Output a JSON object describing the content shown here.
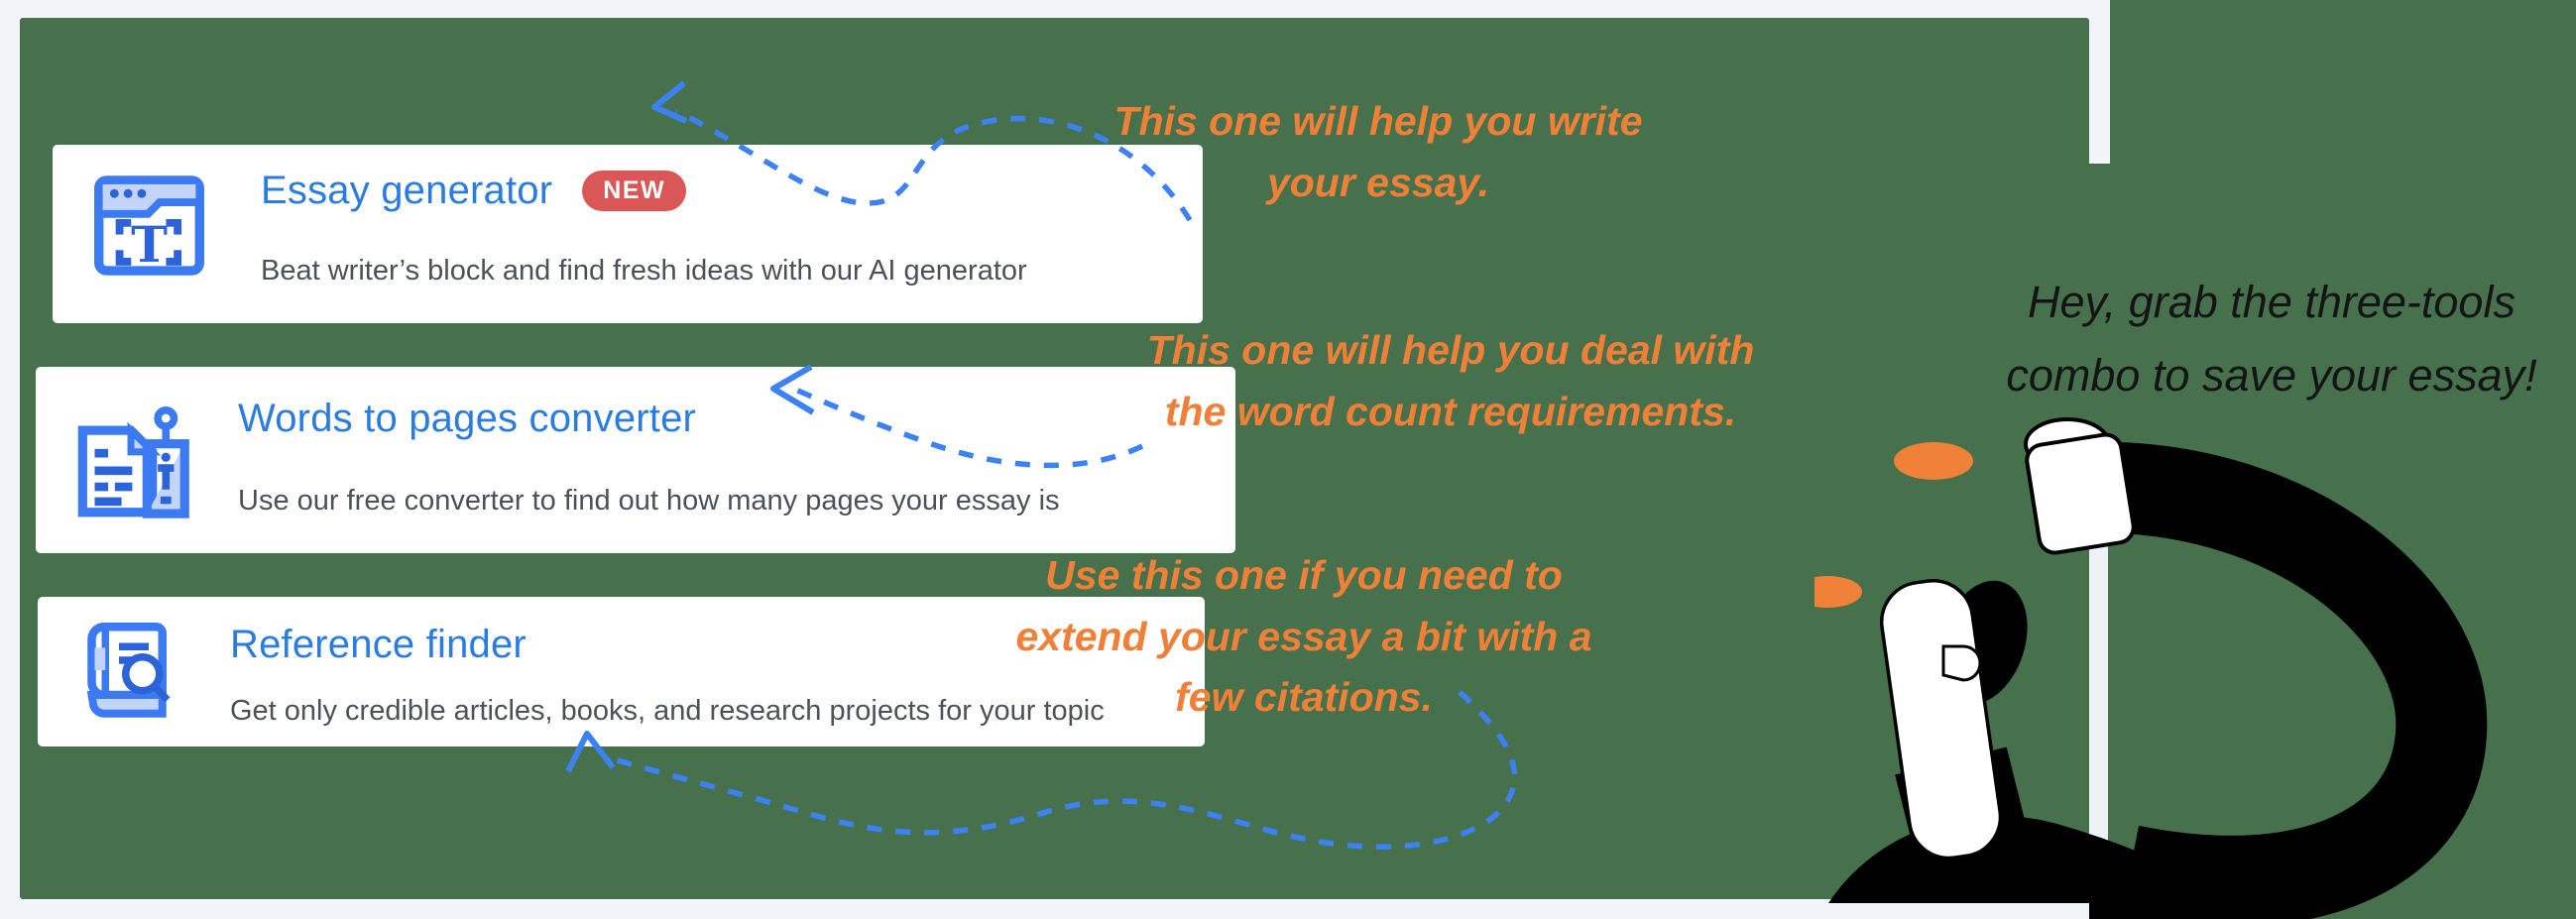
{
  "theme": {
    "page_bg": "#f1f4f8",
    "panel_green": "#47704d",
    "card_bg": "#ffffff",
    "title_blue": "#2b7ce1",
    "description_gray": "#4b5158",
    "badge_red": "#d95757",
    "badge_text_color": "#ffffff",
    "annotation_orange": "#ef8038",
    "arrow_blue": "#3c82f4",
    "speech_text_color": "#141414",
    "illustration_orange": "#f08138",
    "illustration_black": "#000000"
  },
  "cards": [
    {
      "title": "Essay generator",
      "badge": "NEW",
      "description": "Beat writer’s block and find fresh ideas with our AI generator",
      "icon": "browser-text-icon"
    },
    {
      "title": "Words to pages converter",
      "description": "Use our free converter to find out how many pages your essay is",
      "icon": "document-pin-icon"
    },
    {
      "title": "Reference finder",
      "description": "Get only credible articles, books, and research projects for your topic",
      "icon": "book-magnifier-icon"
    }
  ],
  "annotations": [
    {
      "lines": [
        "This one will help you write",
        "your essay."
      ]
    },
    {
      "lines": [
        "This one will help you deal with",
        "the word count requirements."
      ]
    },
    {
      "lines": [
        "Use this one if you need to",
        "extend your essay a bit with a",
        "few citations."
      ]
    }
  ],
  "speech": {
    "lines": [
      "Hey, grab the three-tools",
      "combo to save your essay!"
    ]
  }
}
